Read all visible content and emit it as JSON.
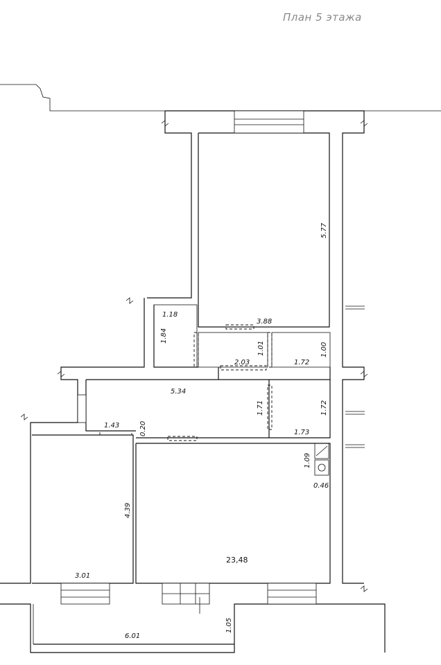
{
  "title": "План 5 этажа",
  "dimensions": {
    "room_large_height": "5.77",
    "room_large_width": "3.88",
    "closet_width": "1.18",
    "closet_height": "1.84",
    "corridor_upper_width": "2.03",
    "corridor_upper_height": "1.01",
    "bath_width": "1.72",
    "bath_height": "1.00",
    "hall_width": "5.34",
    "hall_height": "1.71",
    "wc_height": "1.72",
    "wc_width": "1.73",
    "passage_width": "1.43",
    "passage_height": "0.20",
    "bedroom_height": "4.39",
    "bedroom_width": "3.01",
    "kitchen_area": "23,48",
    "niche_height": "1.09",
    "niche_width": "0.46",
    "balcony_height": "1.05",
    "balcony_width": "6.01"
  }
}
